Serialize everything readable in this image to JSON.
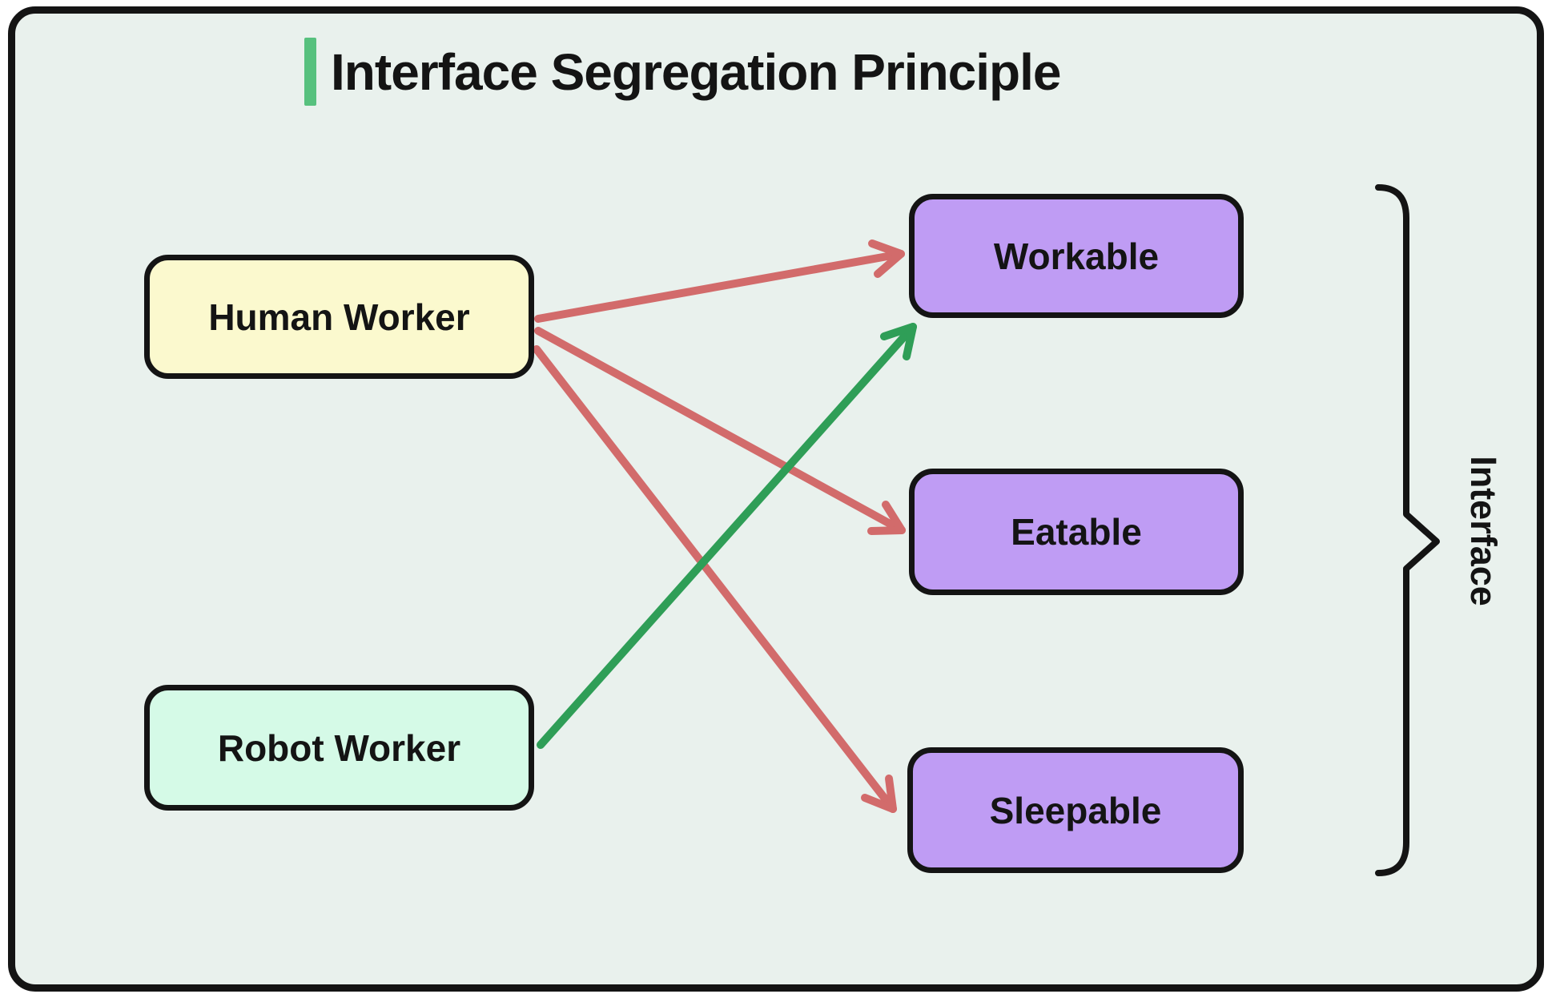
{
  "header": {
    "title": "Interface Segregation Principle"
  },
  "colors": {
    "accent_green": "#57c17e",
    "canvas_bg": "#e9f1ed",
    "stroke_dark": "#141414",
    "human_node_bg": "#fbf9ce",
    "robot_node_bg": "#d5fae7",
    "interface_node_bg": "#bf9cf4",
    "arrow_red": "#d26b6b",
    "arrow_green": "#2f9e57"
  },
  "diagram": {
    "nodes": {
      "human": {
        "label": "Human Worker"
      },
      "robot": {
        "label": "Robot Worker"
      },
      "workable": {
        "label": "Workable"
      },
      "eatable": {
        "label": "Eatable"
      },
      "sleepable": {
        "label": "Sleepable"
      }
    },
    "edges": [
      {
        "from": "Human Worker",
        "to": "Workable",
        "style": "red-arrow"
      },
      {
        "from": "Human Worker",
        "to": "Eatable",
        "style": "red-arrow"
      },
      {
        "from": "Human Worker",
        "to": "Sleepable",
        "style": "red-arrow"
      },
      {
        "from": "Robot Worker",
        "to": "Workable",
        "style": "green-arrow"
      }
    ],
    "brace_label": "Interface"
  }
}
